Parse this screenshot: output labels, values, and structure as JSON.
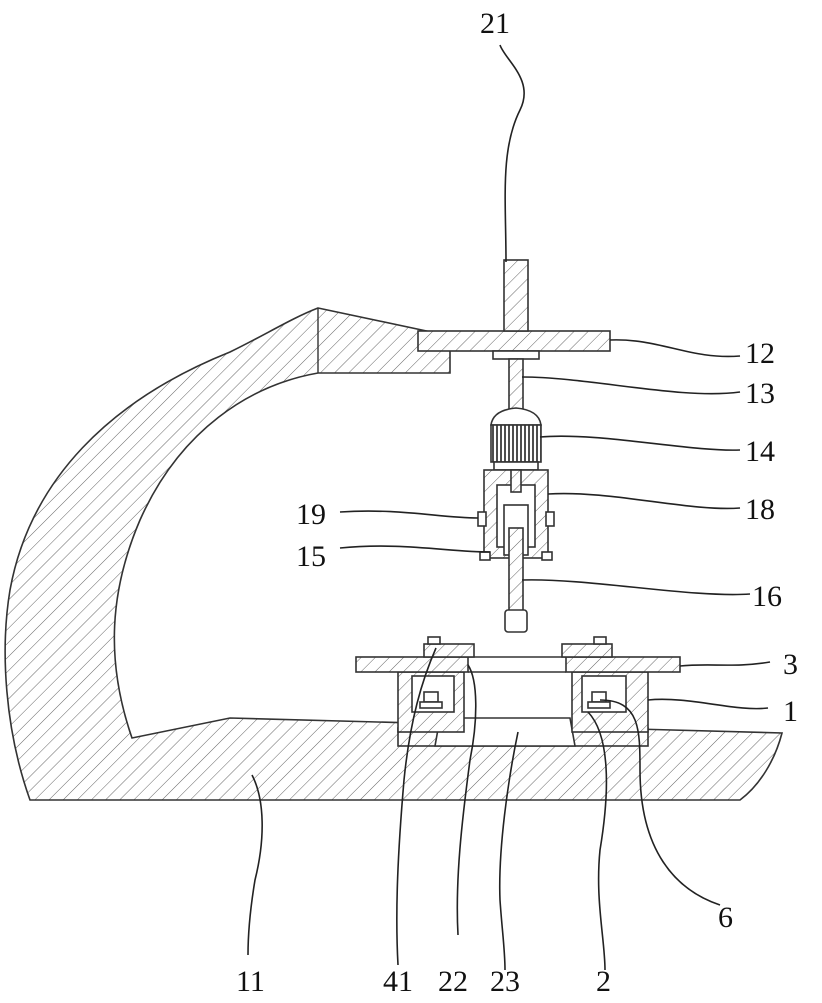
{
  "labels": {
    "l21": "21",
    "l12": "12",
    "l13": "13",
    "l14": "14",
    "l18": "18",
    "l19": "19",
    "l15": "15",
    "l16": "16",
    "l3": "3",
    "l1": "1",
    "l6": "6",
    "l11": "11",
    "l41": "41",
    "l22": "22",
    "l23": "23",
    "l2": "2"
  }
}
